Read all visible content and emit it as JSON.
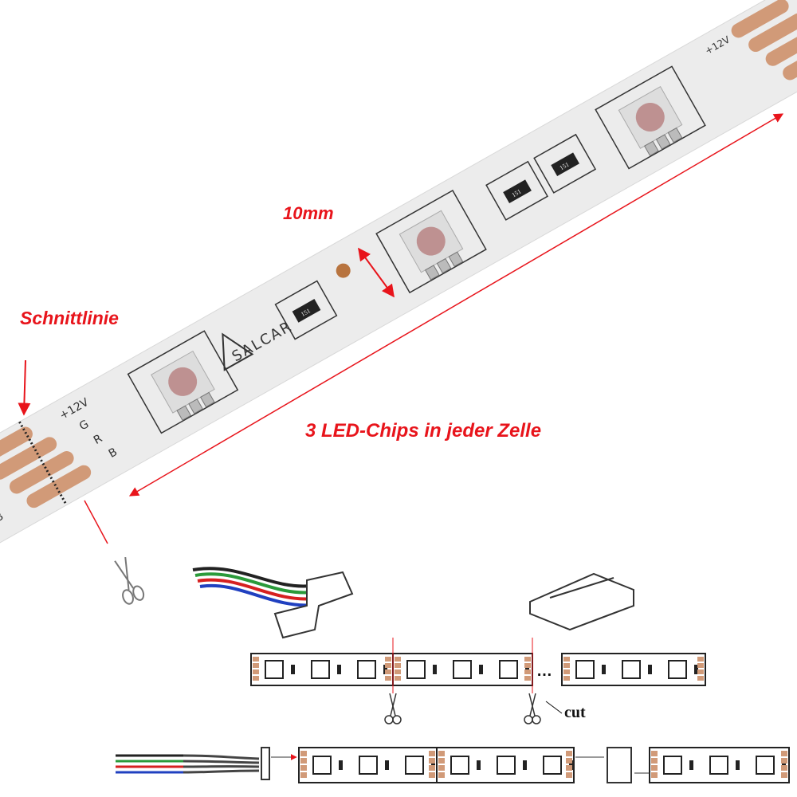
{
  "annotations": {
    "pitch_label": "10mm",
    "cut_line_label": "Schnittlinie",
    "cell_label": "3 LED-Chips in jeder Zelle",
    "cut_label": "cut"
  },
  "strip": {
    "brand_logo": "SALCAR",
    "pad_labels": [
      "+12V",
      "G",
      "R",
      "B"
    ],
    "resistor_code": "151"
  },
  "colors": {
    "annotation": "#e8141b",
    "copper": "#d19a78",
    "strip": "#ececec",
    "led_red": "#b07070"
  },
  "icons": [
    "scissors-icon",
    "connector-icon",
    "arrow-icon"
  ]
}
